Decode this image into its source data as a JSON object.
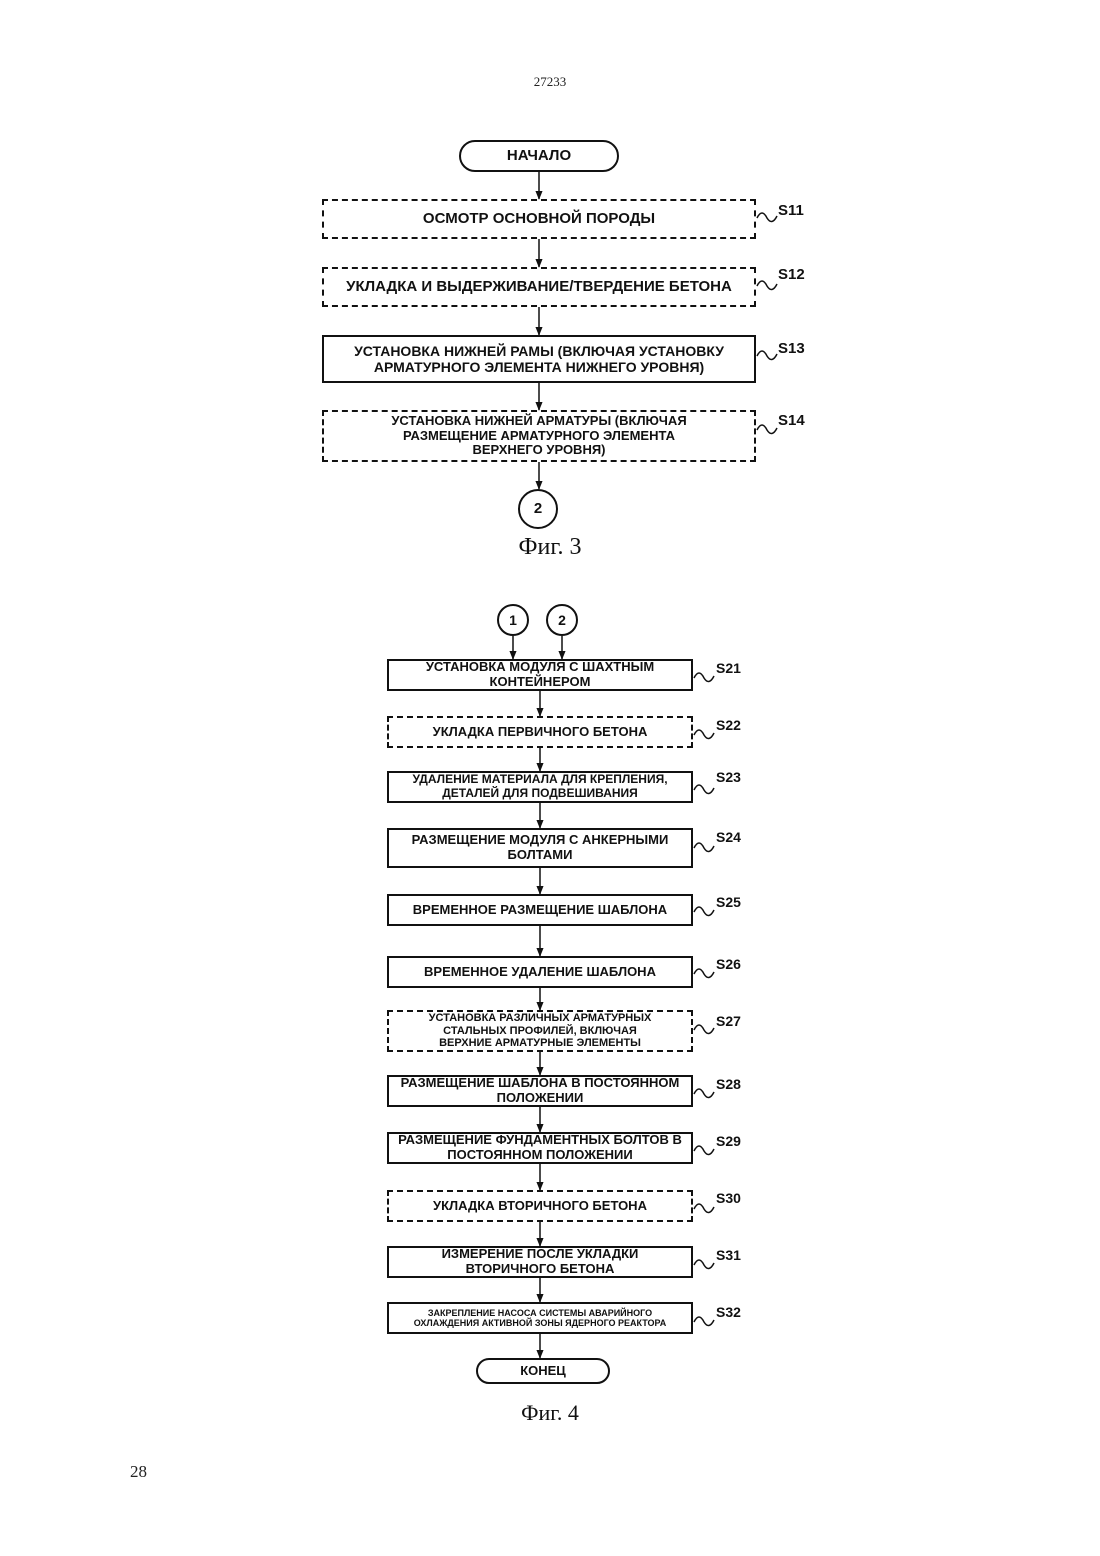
{
  "header": {
    "doc_number": "27233"
  },
  "footer": {
    "page_number": "28"
  },
  "fig3": {
    "caption": "Фиг. 3",
    "start": "НАЧАЛО",
    "steps": [
      {
        "id": "S11",
        "text": "ОСМОТР ОСНОВНОЙ ПОРОДЫ"
      },
      {
        "id": "S12",
        "text": "УКЛАДКА И ВЫДЕРЖИВАНИЕ/ТВЕРДЕНИЕ БЕТОНА"
      },
      {
        "id": "S13",
        "text": "УСТАНОВКА НИЖНЕЙ РАМЫ (ВКЛЮЧАЯ УСТАНОВКУ АРМАТУРНОГО ЭЛЕМЕНТА НИЖНЕГО УРОВНЯ)"
      },
      {
        "id": "S14",
        "text": "УСТАНОВКА НИЖНЕЙ АРМАТУРЫ (ВКЛЮЧАЯ РАЗМЕЩЕНИЕ АРМАТУРНОГО ЭЛЕМЕНТА ВЕРХНЕГО УРОВНЯ)"
      }
    ],
    "connector_out": "2"
  },
  "fig4": {
    "caption": "Фиг. 4",
    "connectors_in": [
      "1",
      "2"
    ],
    "steps": [
      {
        "id": "S21",
        "text": "УСТАНОВКА МОДУЛЯ С ШАХТНЫМ КОНТЕЙНЕРОМ"
      },
      {
        "id": "S22",
        "text": "УКЛАДКА ПЕРВИЧНОГО БЕТОНА"
      },
      {
        "id": "S23",
        "text": "УДАЛЕНИЕ МАТЕРИАЛА ДЛЯ КРЕПЛЕНИЯ, ДЕТАЛЕЙ ДЛЯ ПОДВЕШИВАНИЯ"
      },
      {
        "id": "S24",
        "text": "РАЗМЕЩЕНИЕ МОДУЛЯ С АНКЕРНЫМИ БОЛТАМИ"
      },
      {
        "id": "S25",
        "text": "ВРЕМЕННОЕ РАЗМЕЩЕНИЕ ШАБЛОНА"
      },
      {
        "id": "S26",
        "text": "ВРЕМЕННОЕ УДАЛЕНИЕ ШАБЛОНА"
      },
      {
        "id": "S27",
        "text": "УСТАНОВКА РАЗЛИЧНЫХ АРМАТУРНЫХ СТАЛЬНЫХ ПРОФИЛЕЙ, ВКЛЮЧАЯ ВЕРХНИЕ АРМАТУРНЫЕ ЭЛЕМЕНТЫ"
      },
      {
        "id": "S28",
        "text": "РАЗМЕЩЕНИЕ ШАБЛОНА В ПОСТОЯННОМ ПОЛОЖЕНИИ"
      },
      {
        "id": "S29",
        "text": "РАЗМЕЩЕНИЕ ФУНДАМЕНТНЫХ БОЛТОВ В ПОСТОЯННОМ ПОЛОЖЕНИИ"
      },
      {
        "id": "S30",
        "text": "УКЛАДКА ВТОРИЧНОГО БЕТОНА"
      },
      {
        "id": "S31",
        "text": "ИЗМЕРЕНИЕ ПОСЛЕ УКЛАДКИ ВТОРИЧНОГО БЕТОНА"
      },
      {
        "id": "S32",
        "text": "ЗАКРЕПЛЕНИЕ НАСОСА СИСТЕМЫ АВАРИЙНОГО ОХЛАЖДЕНИЯ АКТИВНОЙ ЗОНЫ ЯДЕРНОГО РЕАКТОРА"
      }
    ],
    "end": "КОНЕЦ"
  }
}
